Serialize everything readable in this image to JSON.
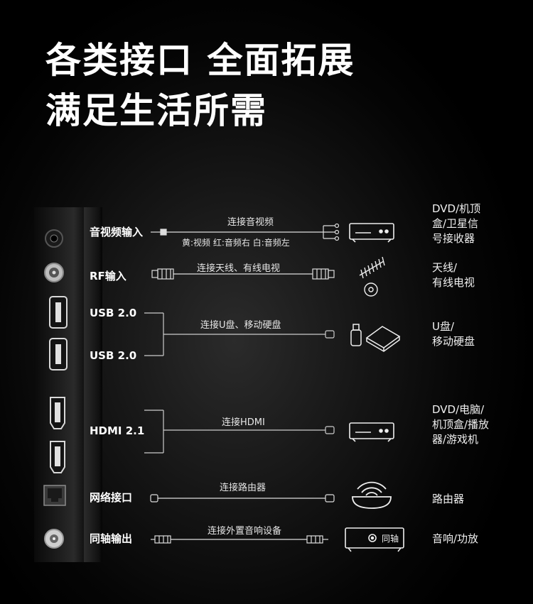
{
  "headline": {
    "line1": "各类接口 全面拓展",
    "line2": "满足生活所需"
  },
  "rows": [
    {
      "port": "音视频输入",
      "cable": "连接音视频",
      "sub": "黄:视频  红:音频右  白:音频左",
      "device": [
        "DVD/机顶",
        "盒/卫星信",
        "号接收器"
      ]
    },
    {
      "port": "RF输入",
      "cable": "连接天线、有线电视",
      "device": [
        "天线/",
        "有线电视"
      ]
    },
    {
      "port": "USB 2.0",
      "cable": "连接U盘、移动硬盘",
      "device": [
        "U盘/",
        "移动硬盘"
      ]
    },
    {
      "port": "USB 2.0"
    },
    {
      "port": "HDMI 2.1",
      "cable": "连接HDMI",
      "device": [
        "DVD/电脑/",
        "机顶盒/播放",
        "器/游戏机"
      ]
    },
    {
      "port": "网络接口",
      "cable": "连接路由器",
      "device": [
        "路由器"
      ]
    },
    {
      "port": "同轴输出",
      "cable": "连接外置音响设备",
      "device": [
        "音响/功放"
      ],
      "box_label": "同轴"
    }
  ],
  "icons": [
    "av-jack-icon",
    "rf-port-icon",
    "usb-port-icon",
    "hdmi-port-icon",
    "ethernet-port-icon",
    "coax-port-icon",
    "set-top-box-icon",
    "antenna-icon",
    "usb-drive-icon",
    "hard-disk-icon",
    "router-icon",
    "audio-box-icon"
  ]
}
